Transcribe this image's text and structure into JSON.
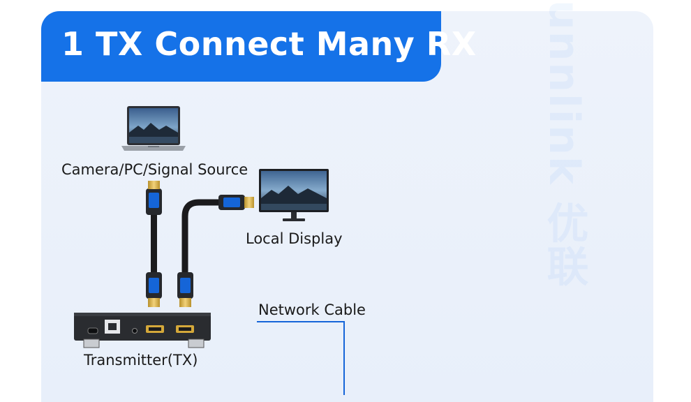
{
  "title": "1 TX Connect Many RX",
  "watermark": "unnlink 优联",
  "labels": {
    "source": "Camera/PC/Signal Source",
    "local_display": "Local Display",
    "network_cable": "Network Cable",
    "transmitter": "Transmitter(TX)"
  },
  "colors": {
    "accent": "#1572e8",
    "network_line": "#1565d8",
    "panel_bg": "#eaf0fa"
  },
  "icons": [
    "laptop-icon",
    "monitor-icon",
    "hdmi-cable-icon",
    "transmitter-device-icon"
  ]
}
